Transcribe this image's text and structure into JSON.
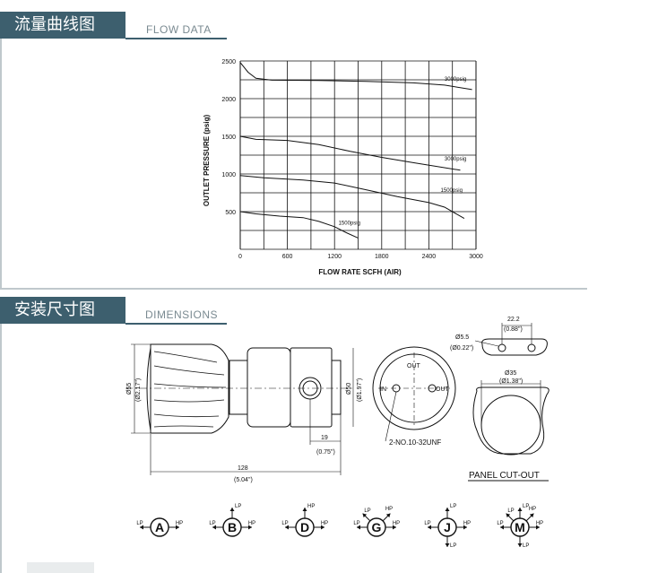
{
  "section_flow": {
    "title_cn": "流量曲线图",
    "title_en": "FLOW DATA"
  },
  "section_dim": {
    "title_cn": "安装尺寸图",
    "title_en": "DIMENSIONS"
  },
  "chart_data": {
    "type": "line",
    "xlabel": "FLOW RATE SCFH (AIR)",
    "ylabel": "OUTLET PRESSURE (psig)",
    "xlim": [
      0,
      3000
    ],
    "ylim": [
      0,
      2500
    ],
    "x_ticks": [
      "0",
      "600",
      "1200",
      "1800",
      "2400",
      "3000"
    ],
    "y_ticks": [
      "500",
      "1000",
      "1500",
      "2000",
      "2500"
    ],
    "grid": true,
    "series": [
      {
        "name": "3000 psig",
        "points": [
          [
            0,
            2480
          ],
          [
            100,
            2350
          ],
          [
            200,
            2270
          ],
          [
            400,
            2245
          ],
          [
            1000,
            2240
          ],
          [
            1600,
            2230
          ],
          [
            2200,
            2210
          ],
          [
            2600,
            2180
          ],
          [
            2950,
            2120
          ]
        ]
      },
      {
        "name": "3000 psig",
        "points": [
          [
            0,
            1500
          ],
          [
            200,
            1460
          ],
          [
            600,
            1445
          ],
          [
            1000,
            1390
          ],
          [
            1400,
            1300
          ],
          [
            1800,
            1220
          ],
          [
            2200,
            1150
          ],
          [
            2800,
            1050
          ]
        ]
      },
      {
        "name": "1500 psig",
        "points": [
          [
            0,
            980
          ],
          [
            300,
            950
          ],
          [
            800,
            920
          ],
          [
            1200,
            880
          ],
          [
            1600,
            790
          ],
          [
            2000,
            700
          ],
          [
            2400,
            620
          ],
          [
            2600,
            560
          ],
          [
            2850,
            410
          ]
        ]
      },
      {
        "name": "1500 psig",
        "points": [
          [
            0,
            500
          ],
          [
            200,
            470
          ],
          [
            500,
            440
          ],
          [
            800,
            420
          ],
          [
            1000,
            370
          ],
          [
            1200,
            300
          ],
          [
            1350,
            220
          ],
          [
            1500,
            150
          ]
        ]
      }
    ]
  },
  "dims": {
    "side": {
      "length": "128",
      "length_in": "(5.04\")",
      "dia_body": "Ø55",
      "dia_body_in": "(Ø2.17\")",
      "dia_bonnet": "Ø50",
      "dia_bonnet_in": "(Ø1.97\")",
      "port_offset": "19",
      "port_offset_in": "(0.75\")"
    },
    "front": {
      "out_label": "OUT",
      "in_label": "IN",
      "out_label_2": "OUT",
      "thread_note": "2-NO.10-32UNF"
    },
    "panel": {
      "hole_spacing": "22.2",
      "hole_spacing_in": "(0.88\")",
      "hole_dia": "Ø5.5",
      "hole_dia_in": "(Ø0.22\")",
      "cutout_dia": "Ø35",
      "cutout_dia_in": "(Ø1.38\")",
      "caption": "PANEL CUT-OUT"
    },
    "port_configs": [
      {
        "letter": "A",
        "labels": {
          "left": "LP",
          "right": "HP"
        }
      },
      {
        "letter": "B",
        "labels": {
          "left": "LP",
          "up": "LP",
          "right": "HP"
        }
      },
      {
        "letter": "D",
        "labels": {
          "left": "LP",
          "up": "HP",
          "right": "HP"
        }
      },
      {
        "letter": "G",
        "labels": {
          "upleft": "LP",
          "upright": "HP",
          "left": "LP",
          "right": "HP"
        }
      },
      {
        "letter": "J",
        "labels": {
          "left": "LP",
          "up": "LP",
          "right": "HP",
          "down": "LP"
        }
      },
      {
        "letter": "M",
        "labels": {
          "left": "LP",
          "upleft": "LP",
          "up": "LP",
          "upright": "HP",
          "right": "HP",
          "down": "LP"
        }
      }
    ]
  }
}
